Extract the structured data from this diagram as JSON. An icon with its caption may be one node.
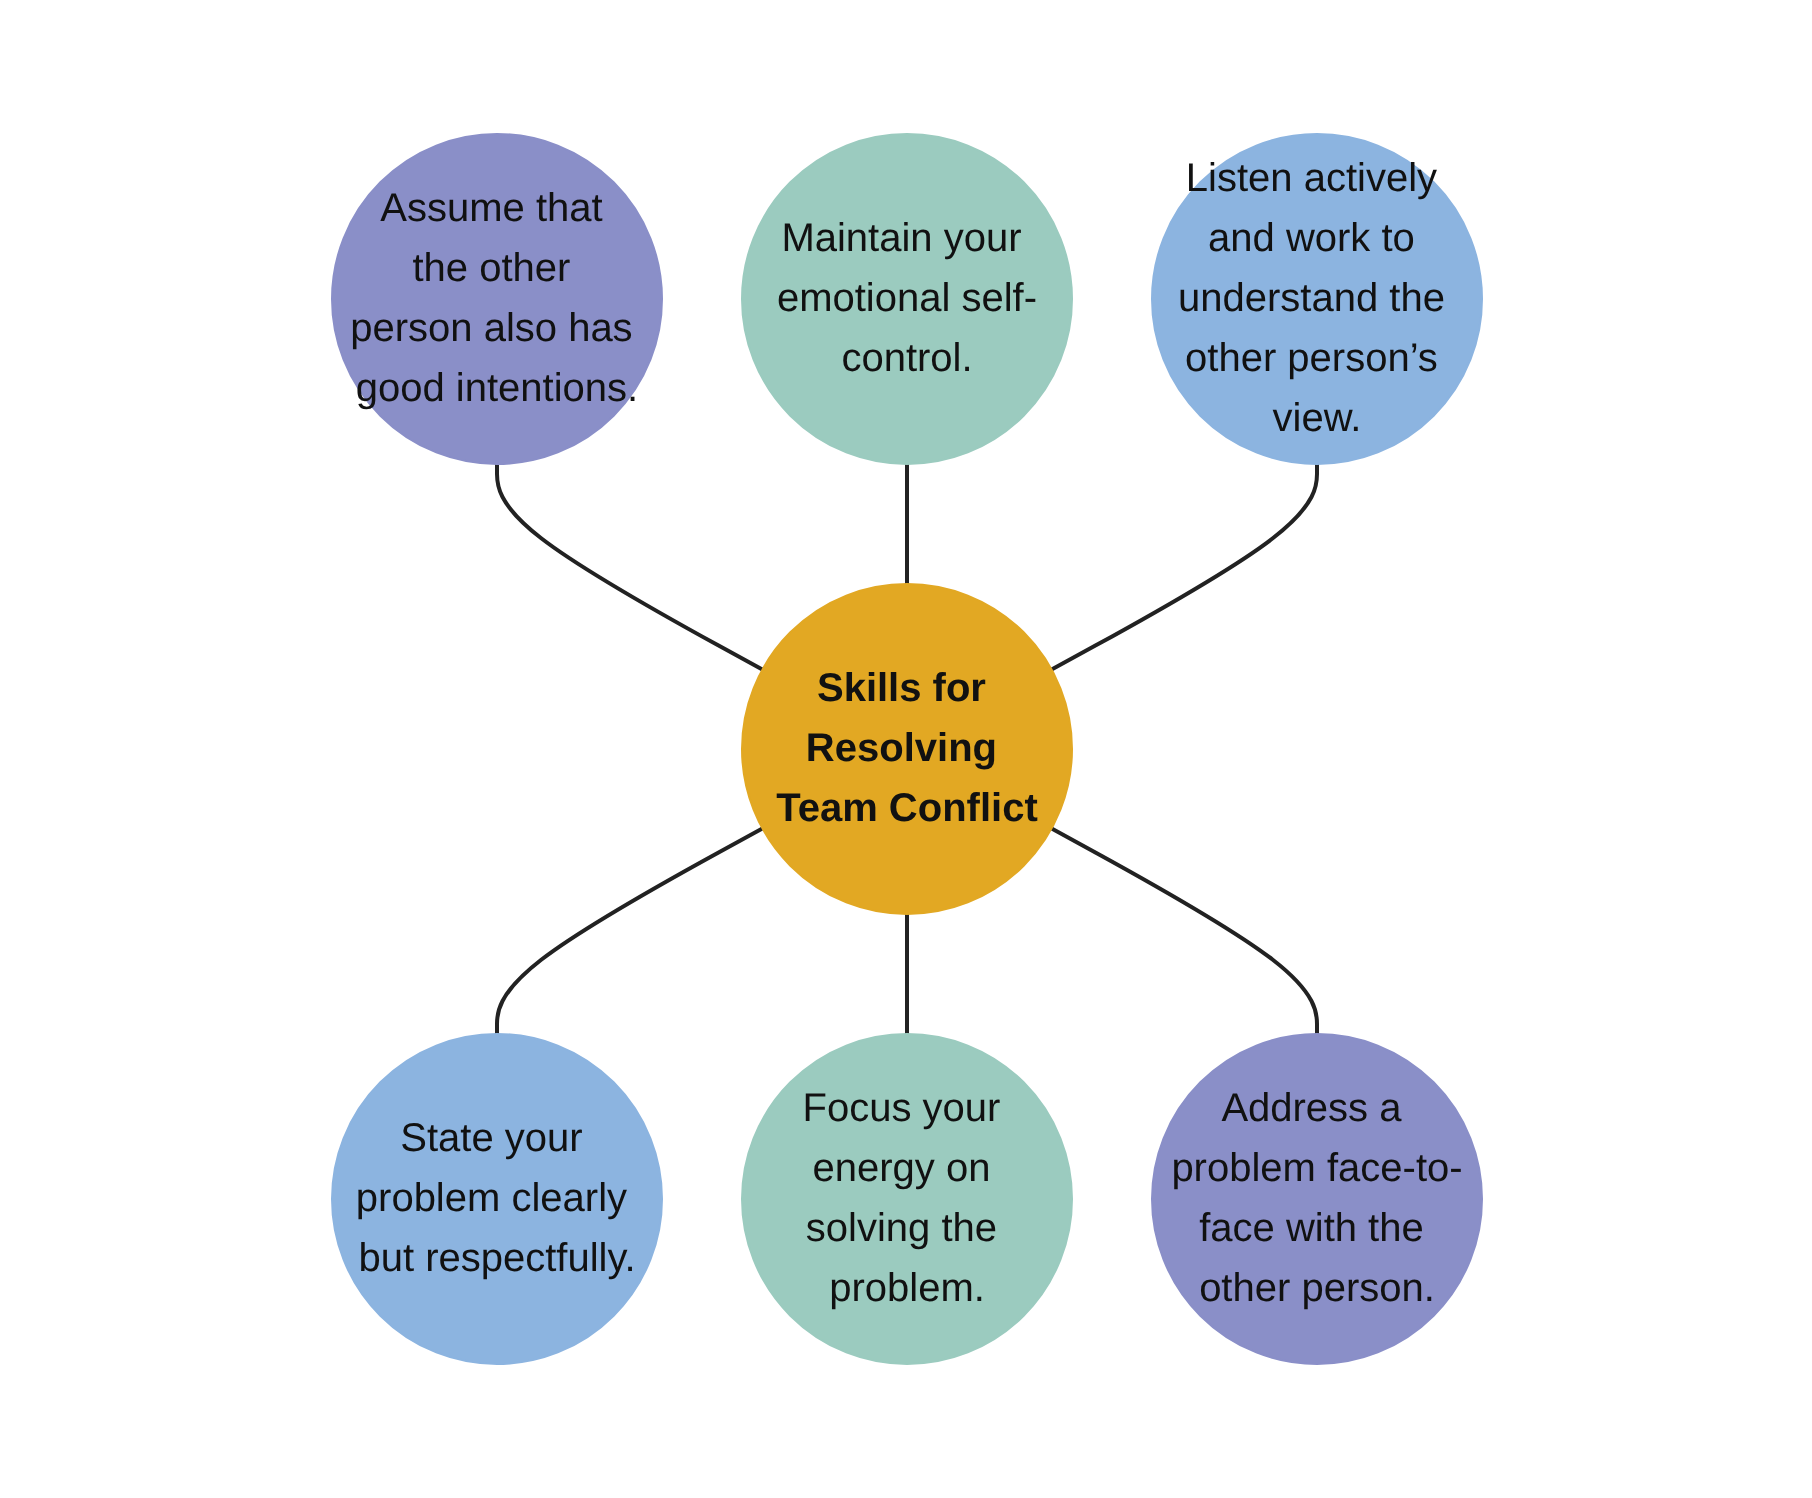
{
  "diagram": {
    "nodes": [
      {
        "text": [
          "Assume that the other person also has good intentions."
        ]
      },
      {
        "text": [
          "Maintain your emotional self-control."
        ]
      },
      {
        "text": [
          "Listen actively and work to understand the other person’s view."
        ]
      },
      {
        "text": [
          "Skills for Resolving Team Conflict"
        ]
      },
      {
        "text": [
          "State your problem clearly but respectfully."
        ]
      },
      {
        "text": [
          "Focus your energy on solving the problem."
        ]
      },
      {
        "text": [
          "Address a problem face-to-face with the other person."
        ]
      }
    ],
    "edges": [
      {
        "from": 0,
        "to": 3,
        "arrow": "none"
      },
      {
        "from": 1,
        "to": 3,
        "arrow": "none"
      },
      {
        "from": 2,
        "to": 3,
        "arrow": "none"
      },
      {
        "from": 3,
        "to": 4,
        "arrow": "none"
      },
      {
        "from": 3,
        "to": 5,
        "arrow": "none"
      },
      {
        "from": 3,
        "to": 6,
        "arrow": "none"
      }
    ]
  }
}
